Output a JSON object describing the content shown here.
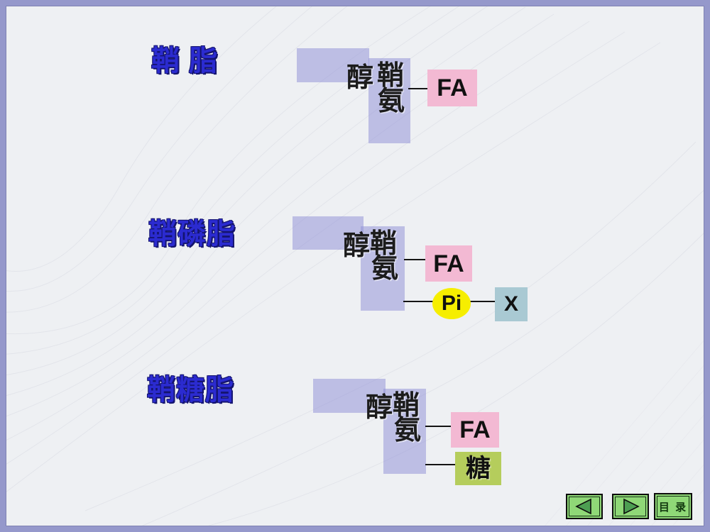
{
  "slide": {
    "border_color": "#9598cb",
    "background_color": "#eef0f3",
    "lavender_block_color": "#bfbfe8",
    "connector_color": "#141414"
  },
  "sections": [
    {
      "id": "sphingolipid",
      "title": "鞘 脂",
      "backbone": {
        "alcohol": "醇",
        "sphingo": "鞘",
        "amino": "氨"
      },
      "attachments": [
        {
          "label": "FA",
          "color": "#f3b9d3",
          "shape": "rect"
        }
      ]
    },
    {
      "id": "sphingomyelin",
      "title": "鞘磷脂",
      "backbone": {
        "alcohol": "醇",
        "sphingo": "鞘",
        "amino": "氨"
      },
      "attachments": [
        {
          "label": "FA",
          "color": "#f3b9d3",
          "shape": "rect"
        },
        {
          "label": "Pi",
          "color": "#f6ee00",
          "shape": "ellipse"
        },
        {
          "label": "X",
          "color": "#a9c9d3",
          "shape": "rect"
        }
      ]
    },
    {
      "id": "glycosphingolipid",
      "title": "鞘糖脂",
      "backbone": {
        "alcohol": "醇",
        "sphingo": "鞘",
        "amino": "氨"
      },
      "attachments": [
        {
          "label": "FA",
          "color": "#f3b9d3",
          "shape": "rect"
        },
        {
          "label": "糖",
          "color": "#b5cd5c",
          "shape": "rect"
        }
      ]
    }
  ],
  "nav": {
    "button_color": "#8fd877",
    "arrow_color": "#4d9e52",
    "previous_icon": "left-triangle",
    "next_icon": "right-triangle",
    "toc_label": "目 录"
  }
}
